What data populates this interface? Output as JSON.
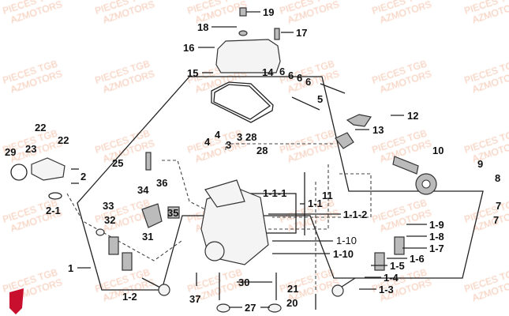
{
  "title": "Cylinder head exploded parts diagram",
  "watermark": {
    "line1": "PIECES TGB",
    "line2": "AZMOTORS",
    "color": "#f6c9b4"
  },
  "logo_color": "#c8102e",
  "callouts": [
    "19",
    "18",
    "17",
    "16",
    "15",
    "14",
    "6",
    "6",
    "6",
    "6",
    "5",
    "12",
    "13",
    "22",
    "22",
    "29",
    "23",
    "4",
    "4",
    "3",
    "3",
    "28",
    "28",
    "10",
    "25",
    "9",
    "8",
    "2",
    "36",
    "34",
    "11",
    "33",
    "2-1",
    "35",
    "32",
    "7",
    "7",
    "1-1-1",
    "1-1",
    "1-1-2",
    "31",
    "1-9",
    "1-8",
    "1-7",
    "1-10",
    "1-10",
    "1-6",
    "1-5",
    "1-4",
    "1",
    "1-3",
    "30",
    "21",
    "1-2",
    "37",
    "20",
    "27"
  ]
}
